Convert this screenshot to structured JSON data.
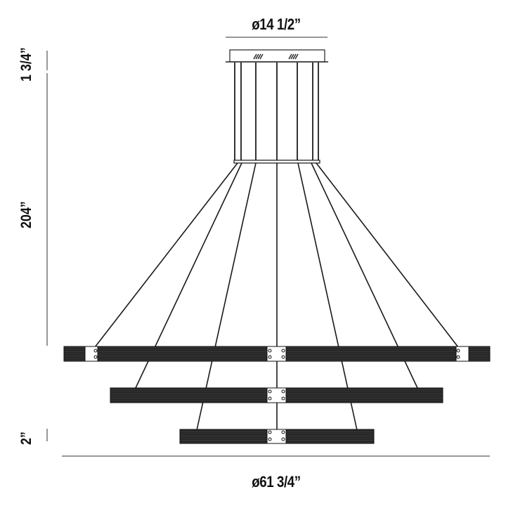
{
  "drawing": {
    "title": "Three-tier ring pendant chandelier dimension drawing",
    "dimensions": {
      "canopy_diameter": "ø14 1/2”",
      "canopy_height": "1 3/4”",
      "overall_drop": "204”",
      "ring_height": "2”",
      "overall_diameter": "ø61 3/4”"
    },
    "colors": {
      "line": "#1a1a1a",
      "dimension_line": "#777777",
      "ring_fill": "#2b2b2b",
      "bracket_fill": "#ffffff",
      "background": "#ffffff"
    },
    "components": {
      "canopy": "ceiling canopy",
      "hub": "cable hub ring",
      "rings": [
        "top ring (large)",
        "middle ring",
        "bottom ring (small)"
      ],
      "cable_count": 7
    }
  }
}
